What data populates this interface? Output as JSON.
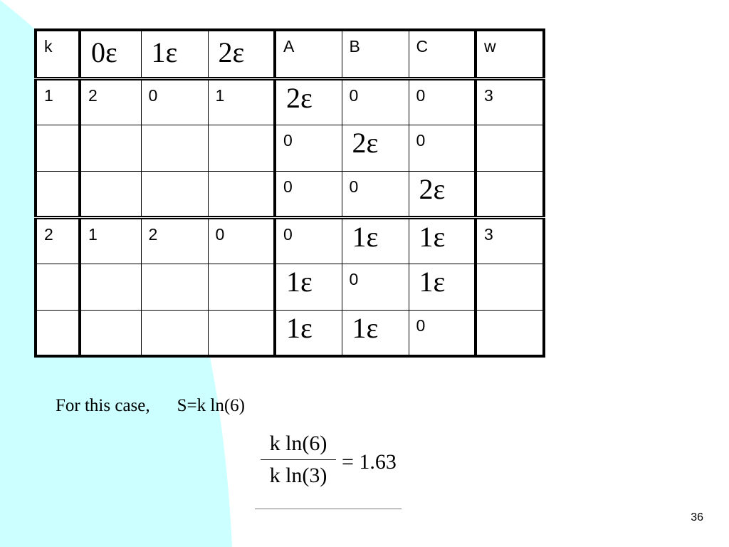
{
  "table": {
    "header": [
      "k",
      "0ε",
      "1ε",
      "2ε",
      "A",
      "B",
      "C",
      "w"
    ],
    "rows": [
      [
        "1",
        "2",
        "0",
        "1",
        "2ε",
        "0",
        "0",
        "3"
      ],
      [
        "",
        "",
        "",
        "",
        "0",
        "2ε",
        "0",
        ""
      ],
      [
        "",
        "",
        "",
        "",
        "0",
        "0",
        "2ε",
        ""
      ],
      [
        "2",
        "1",
        "2",
        "0",
        "0",
        "1ε",
        "1ε",
        "3"
      ],
      [
        "",
        "",
        "",
        "",
        "1ε",
        "0",
        "1ε",
        ""
      ],
      [
        "",
        "",
        "",
        "",
        "1ε",
        "1ε",
        "0",
        ""
      ]
    ]
  },
  "text": {
    "case_prefix": "For this case,",
    "case_formula": "S=k ln(6)",
    "numerator": "k ln(6)",
    "denominator": "k ln(3)",
    "result": "= 1.63"
  },
  "page_number": "36",
  "colors": {
    "background_shape": "#ccffff",
    "background": "#ffffff",
    "text": "#000000"
  }
}
